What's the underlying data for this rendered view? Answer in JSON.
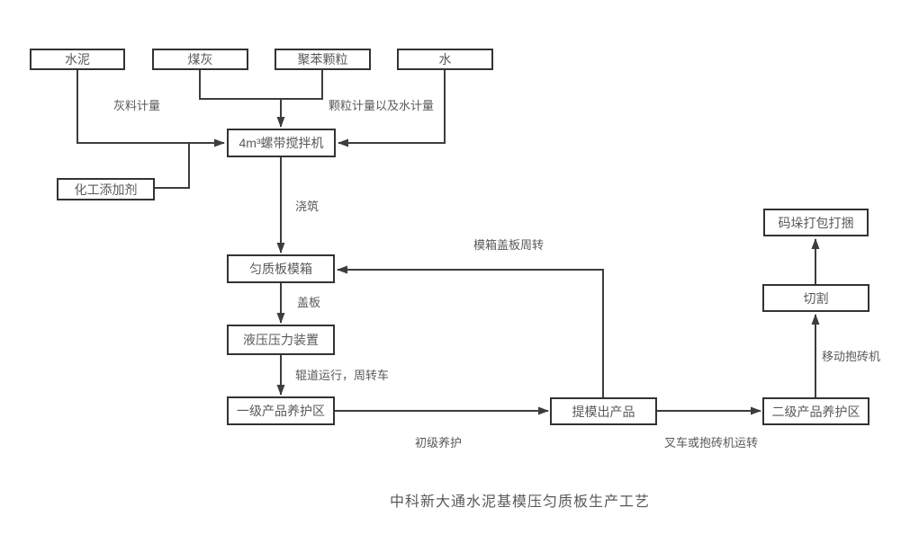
{
  "diagram": {
    "title": "中科新大通水泥基模压匀质板生产工艺",
    "nodes": {
      "cement": {
        "label": "水泥"
      },
      "coal_ash": {
        "label": "煤灰"
      },
      "polystyrene": {
        "label": "聚苯颗粒"
      },
      "water": {
        "label": "水"
      },
      "mixer": {
        "label": "4m³螺带搅拌机"
      },
      "additive": {
        "label": "化工添加剂"
      },
      "mold_box": {
        "label": "匀质板模箱"
      },
      "hydraulic_press": {
        "label": "液压压力装置"
      },
      "curing_area_1": {
        "label": "一级产品养护区"
      },
      "demolded_product": {
        "label": "提模出产品"
      },
      "curing_area_2": {
        "label": "二级产品养护区"
      },
      "cutting": {
        "label": "切割"
      },
      "palletizing": {
        "label": "码垛打包打捆"
      }
    },
    "edge_labels": {
      "ash_metering": "灰料计量",
      "particle_water_metering": "颗粒计量以及水计量",
      "pouring": "浇筑",
      "cover_plate": "盖板",
      "roller_transfer": "辊道运行，周转车",
      "mold_cover_turnover": "模箱盖板周转",
      "primary_curing": "初级养护",
      "forklift_transfer": "叉车或抱砖机运转",
      "mobile_brick_machine": "移动抱砖机"
    },
    "colors": {
      "line": "#3d3d3d",
      "box_border": "#333333",
      "text": "#595959",
      "background": "#ffffff"
    }
  }
}
